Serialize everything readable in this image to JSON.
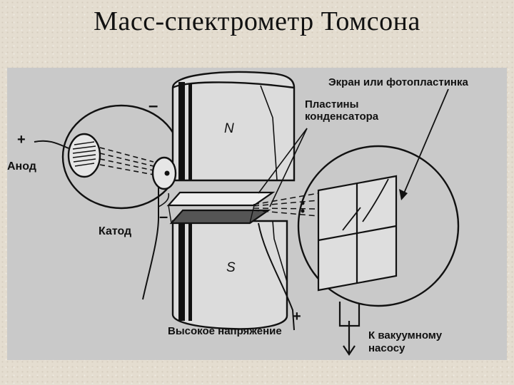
{
  "title": "Масс-спектрометр Томсона",
  "labels": {
    "screen": "Экран или фотопластинка",
    "plates_line1": "Пластины",
    "plates_line2": "конденсатора",
    "anode": "Анод",
    "cathode": "Катод",
    "high_voltage": "Высокое напряжение",
    "pump_line1": "К вакуумному",
    "pump_line2": "насосу"
  },
  "poles": {
    "north": "N",
    "south": "S"
  },
  "signs": {
    "plus": "+",
    "minus": "–"
  },
  "colors": {
    "background": "#e4ddd0",
    "diagram_background": "#c9c9c9",
    "ink": "#111111",
    "magnet_fill": "#dcdcdc",
    "screen_fill": "#dedede"
  }
}
